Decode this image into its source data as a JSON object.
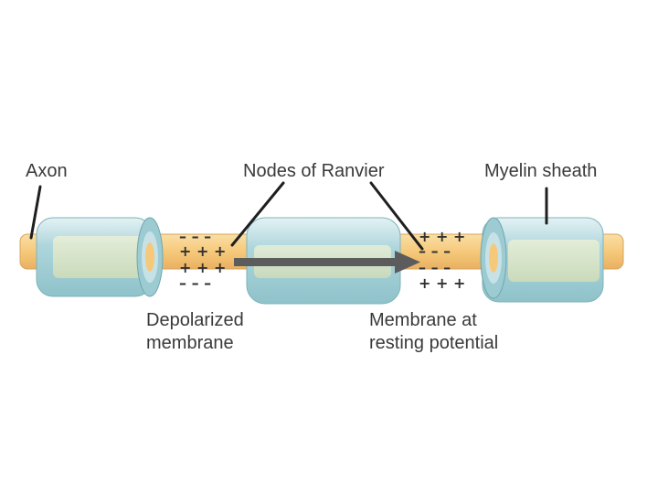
{
  "labels": {
    "axon": "Axon",
    "nodes": "Nodes of Ranvier",
    "myelin": "Myelin sheath",
    "depolarized_line1": "Depolarized",
    "depolarized_line2": "membrane",
    "resting_line1": "Membrane at",
    "resting_line2": "resting potential"
  },
  "charges": {
    "left_node": [
      "– – –",
      "+ + +",
      "+ + +",
      "– – –"
    ],
    "right_node": [
      "+ + +",
      "– – –",
      "– – –",
      "+ + +"
    ]
  },
  "colors": {
    "axon": "#f6c97a",
    "myelin": "#aed6dc",
    "myelin_inner": "#d9e6c8",
    "arrow": "#5c5c5c"
  }
}
